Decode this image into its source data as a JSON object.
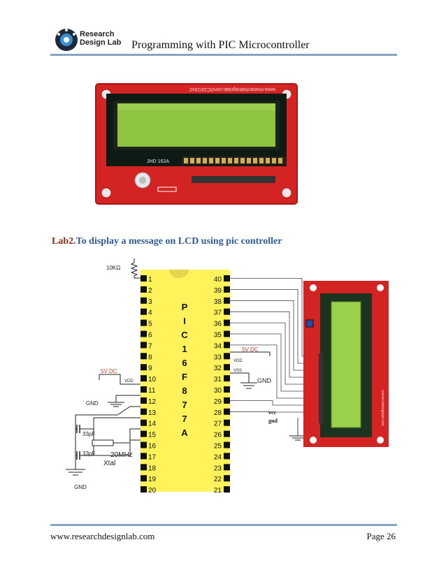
{
  "header": {
    "logo_line1": "Research",
    "logo_line2": "Design Lab",
    "title": "Programming with PIC Microcontroller"
  },
  "photo": {
    "pcb_top_text": "www.researchdesignlab.com/IC16/16x2",
    "pcb_model": "JHD 162A"
  },
  "lab": {
    "number": "Lab2.",
    "title": "To display a message on LCD  using pic controller"
  },
  "schematic": {
    "chip_letters": [
      "P",
      "I",
      "C",
      "1",
      "6",
      "F",
      "8",
      "7",
      "7",
      "A"
    ],
    "left_pins": [
      "1",
      "2",
      "3",
      "4",
      "5",
      "6",
      "7",
      "8",
      "9",
      "10",
      "11",
      "12",
      "13",
      "14",
      "15",
      "16",
      "17",
      "18",
      "19",
      "20"
    ],
    "right_pins": [
      "40",
      "39",
      "38",
      "37",
      "36",
      "35",
      "34",
      "33",
      "32",
      "31",
      "30",
      "29",
      "28",
      "27",
      "26",
      "25",
      "24",
      "23",
      "22",
      "21"
    ],
    "resistor_label": "10KΩ",
    "vdc_left": "5V DC",
    "vdd_left": "VDD",
    "gnd_left": "` GND",
    "cap1": "33pF",
    "cap2": "33pF",
    "crystal": "20MHz",
    "xtal": "Xtal",
    "gnd_bottom": "GND",
    "vdc_right": "5V DC",
    "vdd_right": "VDD",
    "vss_right": "VSS",
    "gnd_right": "GND",
    "vcc": "vcc",
    "gnd_lcd": "gnd",
    "lcd_side_text": "researchdesignlab.com"
  },
  "footer": {
    "website": "www.researchdesignlab.com",
    "page": "Page 26"
  },
  "colors": {
    "pcb_red": "#d42323",
    "lcd_green": "#9bd04a",
    "chip_yellow": "#fff25a",
    "rule_blue": "#8aa3c0"
  }
}
